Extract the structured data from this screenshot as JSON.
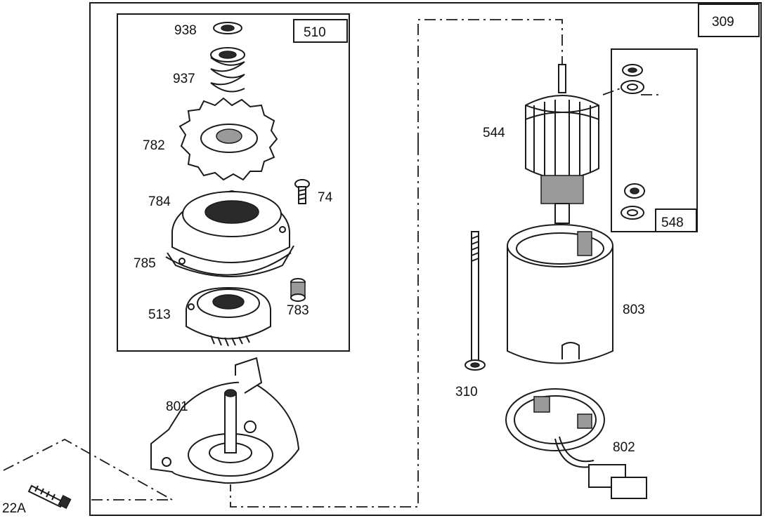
{
  "boxes": {
    "outer": "309",
    "left_kit": "510",
    "right_kit": "548"
  },
  "parts": {
    "p938": "938",
    "p937": "937",
    "p782": "782",
    "p784": "784",
    "p74": "74",
    "p785": "785",
    "p513": "513",
    "p783": "783",
    "p801": "801",
    "p22a": "22A",
    "p544": "544",
    "p803": "803",
    "p310": "310",
    "p802": "802"
  }
}
